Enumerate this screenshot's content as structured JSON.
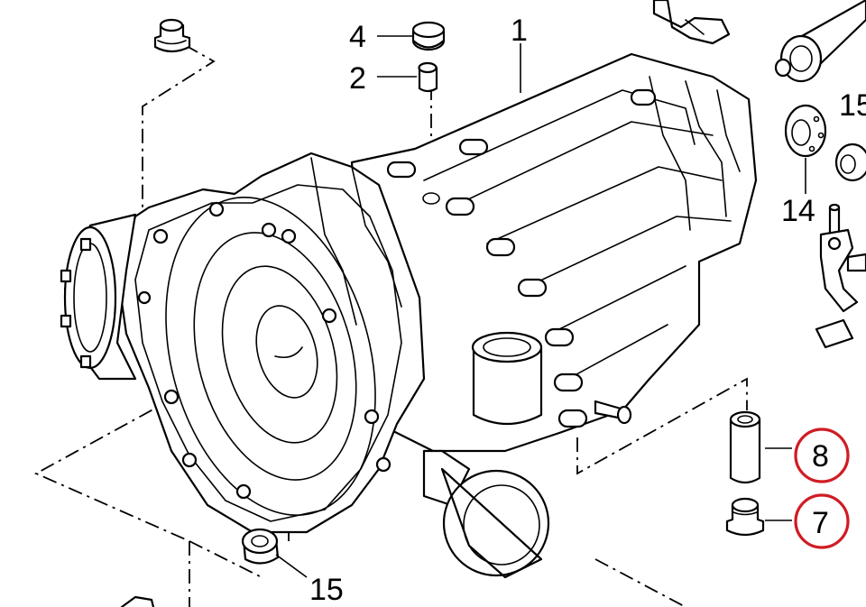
{
  "diagram": {
    "callouts": [
      {
        "id": "c1",
        "label": "1"
      },
      {
        "id": "c2",
        "label": "2"
      },
      {
        "id": "c4",
        "label": "4"
      },
      {
        "id": "c7",
        "label": "7",
        "highlighted": true
      },
      {
        "id": "c8",
        "label": "8",
        "highlighted": true
      },
      {
        "id": "c14",
        "label": "14"
      },
      {
        "id": "c15a",
        "label": "15"
      },
      {
        "id": "c15b",
        "label": "15"
      }
    ],
    "highlight_color": "#d01c24",
    "line_color": "#000000",
    "background_color": "#ffffff"
  }
}
